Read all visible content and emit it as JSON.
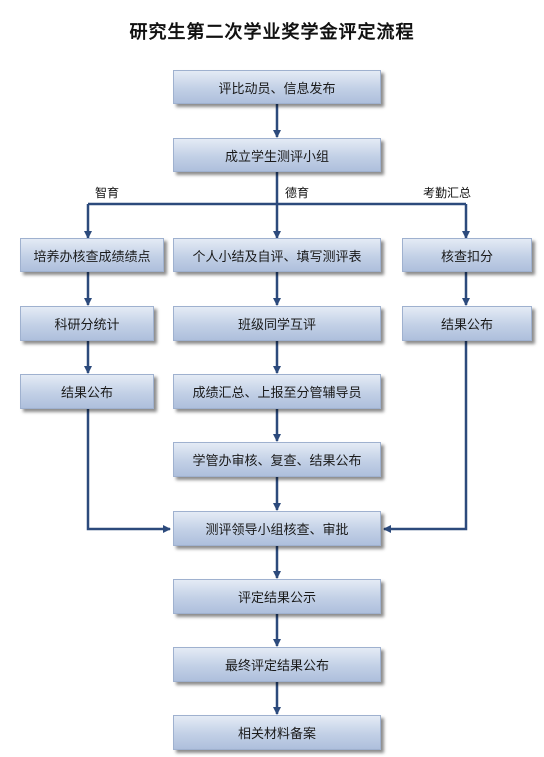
{
  "title": "研究生第二次学业奖学金评定流程",
  "branches": {
    "left": "智育",
    "center": "德育",
    "right": "考勤汇总"
  },
  "steps": {
    "mobilize": "评比动员、信息发布",
    "form_group": "成立学生测评小组",
    "left1": "培养办核查成绩绩点",
    "left2": "科研分统计",
    "left3": "结果公布",
    "center1": "个人小结及自评、填写测评表",
    "center2": "班级同学互评",
    "center3": "成绩汇总、上报至分管辅导员",
    "center4": "学管办审核、复查、结果公布",
    "right1": "核查扣分",
    "right2": "结果公布",
    "review": "测评领导小组核查、审批",
    "publicize": "评定结果公示",
    "final": "最终评定结果公布",
    "archive": "相关材料备案"
  }
}
